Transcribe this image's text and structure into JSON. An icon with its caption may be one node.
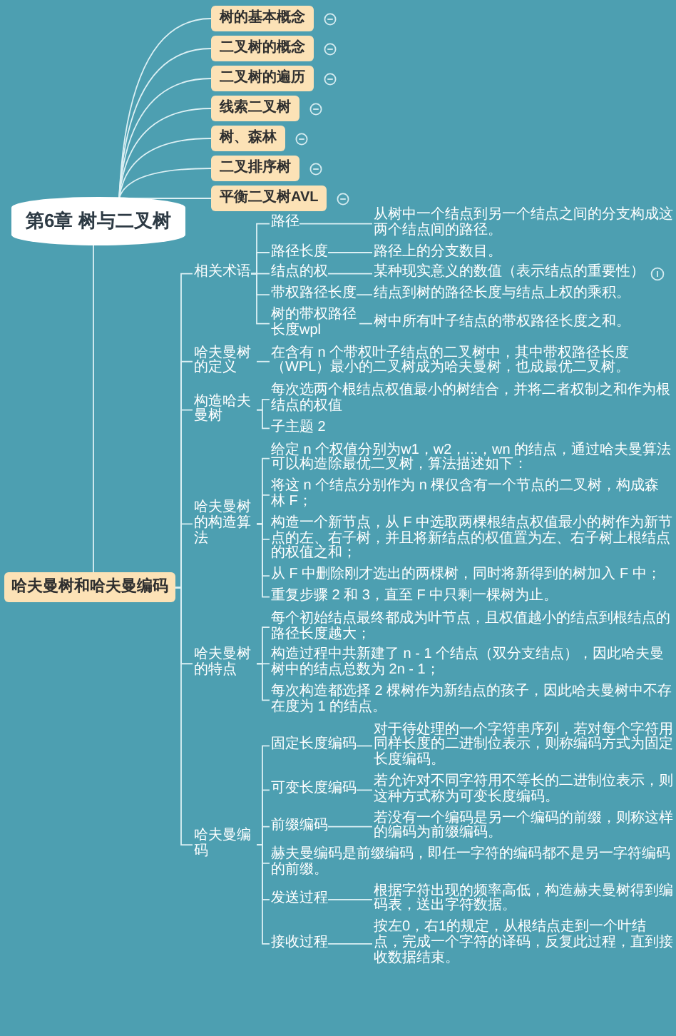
{
  "diagram": {
    "nodes": [
      {
        "text": [
          "第6章 树与二叉树"
        ]
      },
      {
        "text": [
          "树的基本概念"
        ]
      },
      {
        "text": [
          "二叉树的概念"
        ]
      },
      {
        "text": [
          "二叉树的遍历"
        ]
      },
      {
        "text": [
          "线索二叉树"
        ]
      },
      {
        "text": [
          "树、森林"
        ]
      },
      {
        "text": [
          "二叉排序树"
        ]
      },
      {
        "text": [
          "平衡二叉树AVL"
        ]
      },
      {
        "text": [
          "哈夫曼树和哈夫曼编码"
        ]
      },
      {
        "text": [
          "相关术语"
        ]
      },
      {
        "text": [
          "路径"
        ]
      },
      {
        "text": [
          "从树中一个结点到另一个结点之间的分支构成这两个结点间的路径。"
        ]
      },
      {
        "text": [
          "路径长度"
        ]
      },
      {
        "text": [
          "路径上的分支数目。"
        ]
      },
      {
        "text": [
          "结点的权"
        ]
      },
      {
        "text": [
          "某种现实意义的数值（表示结点的重要性）"
        ]
      },
      {
        "text": [
          "带权路径长度"
        ]
      },
      {
        "text": [
          "结点到树的路径长度与结点上权的乘积。"
        ]
      },
      {
        "text": [
          "树的带权路径长度wpl"
        ]
      },
      {
        "text": [
          "树中所有叶子结点的带权路径长度之和。"
        ]
      },
      {
        "text": [
          "哈夫曼树的定义"
        ]
      },
      {
        "text": [
          "在含有 n 个带权叶子结点的二叉树中，其中带权路径长度（WPL）最小的二叉树成为哈夫曼树，也成最优二叉树。"
        ]
      },
      {
        "text": [
          "构造哈夫曼树"
        ]
      },
      {
        "text": [
          "每次选两个根结点权值最小的树结合，并将二者权制之和作为根结点的权值"
        ]
      },
      {
        "text": [
          "子主题 2"
        ]
      },
      {
        "text": [
          "哈夫曼树的构造算法"
        ]
      },
      {
        "text": [
          "给定 n 个权值分别为w1，w2，...，wn 的结点，通过哈夫曼算法可以构造除最优二叉树，算法描述如下："
        ]
      },
      {
        "text": [
          "将这 n 个结点分别作为 n 棵仅含有一个节点的二叉树，构成森林 F；"
        ]
      },
      {
        "text": [
          "构造一个新节点，从 F 中选取两棵根结点权值最小的树作为新节点的左、右子树，并且将新结点的权值置为左、右子树上根结点的权值之和；"
        ]
      },
      {
        "text": [
          "从 F 中删除刚才选出的两棵树，同时将新得到的树加入 F 中；"
        ]
      },
      {
        "text": [
          "重复步骤 2 和 3，直至 F 中只剩一棵树为止。"
        ]
      },
      {
        "text": [
          "哈夫曼树的特点"
        ]
      },
      {
        "text": [
          "每个初始结点最终都成为叶节点，且权值越小的结点到根结点的路径长度越大；"
        ]
      },
      {
        "text": [
          "构造过程中共新建了 n - 1 个结点（双分支结点），因此哈夫曼树中的结点总数为 2n - 1；"
        ]
      },
      {
        "text": [
          "每次构造都选择 2 棵树作为新结点的孩子，因此哈夫曼树中不存在度为 1 的结点。"
        ]
      },
      {
        "text": [
          "哈夫曼编码"
        ]
      },
      {
        "text": [
          "固定长度编码"
        ]
      },
      {
        "text": [
          "对于待处理的一个字符串序列，若对每个字符用同样长度的二进制位表示，则称编码方式为固定长度编码。"
        ]
      },
      {
        "text": [
          "可变长度编码"
        ]
      },
      {
        "text": [
          "若允许对不同字符用不等长的二进制位表示，则这种方式称为可变长度编码。"
        ]
      },
      {
        "text": [
          "前缀编码"
        ]
      },
      {
        "text": [
          "若没有一个编码是另一个编码的前缀，则称这样的编码为前缀编码。"
        ]
      },
      {
        "text": [
          "赫夫曼编码是前缀编码，即任一字符的编码都不是另一字符编码的前缀。"
        ]
      },
      {
        "text": [
          "发送过程"
        ]
      },
      {
        "text": [
          "根据字符出现的频率高低，构造赫夫曼树得到编码表，送出字符数据。"
        ]
      },
      {
        "text": [
          "接收过程"
        ]
      },
      {
        "text": [
          "按左0，右1的规定，从根结点走到一个叶结点，完成一个字符的译码，反复此过程，直到接收数据结束。"
        ]
      }
    ],
    "edges": [
      {
        "from": 0,
        "to": 1,
        "arrow": "none"
      },
      {
        "from": 0,
        "to": 2,
        "arrow": "none"
      },
      {
        "from": 0,
        "to": 3,
        "arrow": "none"
      },
      {
        "from": 0,
        "to": 4,
        "arrow": "none"
      },
      {
        "from": 0,
        "to": 5,
        "arrow": "none"
      },
      {
        "from": 0,
        "to": 6,
        "arrow": "none"
      },
      {
        "from": 0,
        "to": 7,
        "arrow": "none"
      },
      {
        "from": 0,
        "to": 8,
        "arrow": "none"
      },
      {
        "from": 8,
        "to": 9,
        "arrow": "none"
      },
      {
        "from": 9,
        "to": 10,
        "arrow": "none"
      },
      {
        "from": 10,
        "to": 11,
        "arrow": "none"
      },
      {
        "from": 9,
        "to": 12,
        "arrow": "none"
      },
      {
        "from": 12,
        "to": 13,
        "arrow": "none"
      },
      {
        "from": 9,
        "to": 14,
        "arrow": "none"
      },
      {
        "from": 14,
        "to": 15,
        "arrow": "none"
      },
      {
        "from": 9,
        "to": 16,
        "arrow": "none"
      },
      {
        "from": 16,
        "to": 17,
        "arrow": "none"
      },
      {
        "from": 9,
        "to": 18,
        "arrow": "none"
      },
      {
        "from": 18,
        "to": 19,
        "arrow": "none"
      },
      {
        "from": 8,
        "to": 20,
        "arrow": "none"
      },
      {
        "from": 20,
        "to": 21,
        "arrow": "none"
      },
      {
        "from": 8,
        "to": 22,
        "arrow": "none"
      },
      {
        "from": 22,
        "to": 23,
        "arrow": "none"
      },
      {
        "from": 22,
        "to": 24,
        "arrow": "none"
      },
      {
        "from": 8,
        "to": 25,
        "arrow": "none"
      },
      {
        "from": 25,
        "to": 26,
        "arrow": "none"
      },
      {
        "from": 25,
        "to": 27,
        "arrow": "none"
      },
      {
        "from": 25,
        "to": 28,
        "arrow": "none"
      },
      {
        "from": 25,
        "to": 29,
        "arrow": "none"
      },
      {
        "from": 25,
        "to": 30,
        "arrow": "none"
      },
      {
        "from": 8,
        "to": 31,
        "arrow": "none"
      },
      {
        "from": 31,
        "to": 32,
        "arrow": "none"
      },
      {
        "from": 31,
        "to": 33,
        "arrow": "none"
      },
      {
        "from": 31,
        "to": 34,
        "arrow": "none"
      },
      {
        "from": 8,
        "to": 35,
        "arrow": "none"
      },
      {
        "from": 35,
        "to": 36,
        "arrow": "none"
      },
      {
        "from": 36,
        "to": 37,
        "arrow": "none"
      },
      {
        "from": 35,
        "to": 38,
        "arrow": "none"
      },
      {
        "from": 38,
        "to": 39,
        "arrow": "none"
      },
      {
        "from": 35,
        "to": 40,
        "arrow": "none"
      },
      {
        "from": 40,
        "to": 41,
        "arrow": "none"
      },
      {
        "from": 35,
        "to": 42,
        "arrow": "none"
      },
      {
        "from": 35,
        "to": 43,
        "arrow": "none"
      },
      {
        "from": 43,
        "to": 44,
        "arrow": "none"
      },
      {
        "from": 35,
        "to": 45,
        "arrow": "none"
      },
      {
        "from": 45,
        "to": 46,
        "arrow": "none"
      }
    ]
  }
}
